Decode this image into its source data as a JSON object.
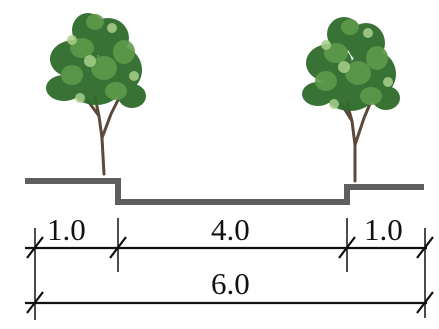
{
  "dimensions": {
    "top": [
      "1.0",
      "4.0",
      "1.0"
    ],
    "total": "6.0"
  },
  "colors": {
    "ground": "#5f5f5f",
    "ink": "#111111",
    "foliage_dark": "#2f6b2b",
    "foliage_mid": "#5e9a4a",
    "foliage_light": "#a9cf8a",
    "trunk": "#5b4a3b"
  },
  "icons": {
    "left_tree": "tree-icon",
    "right_tree": "tree-icon"
  }
}
